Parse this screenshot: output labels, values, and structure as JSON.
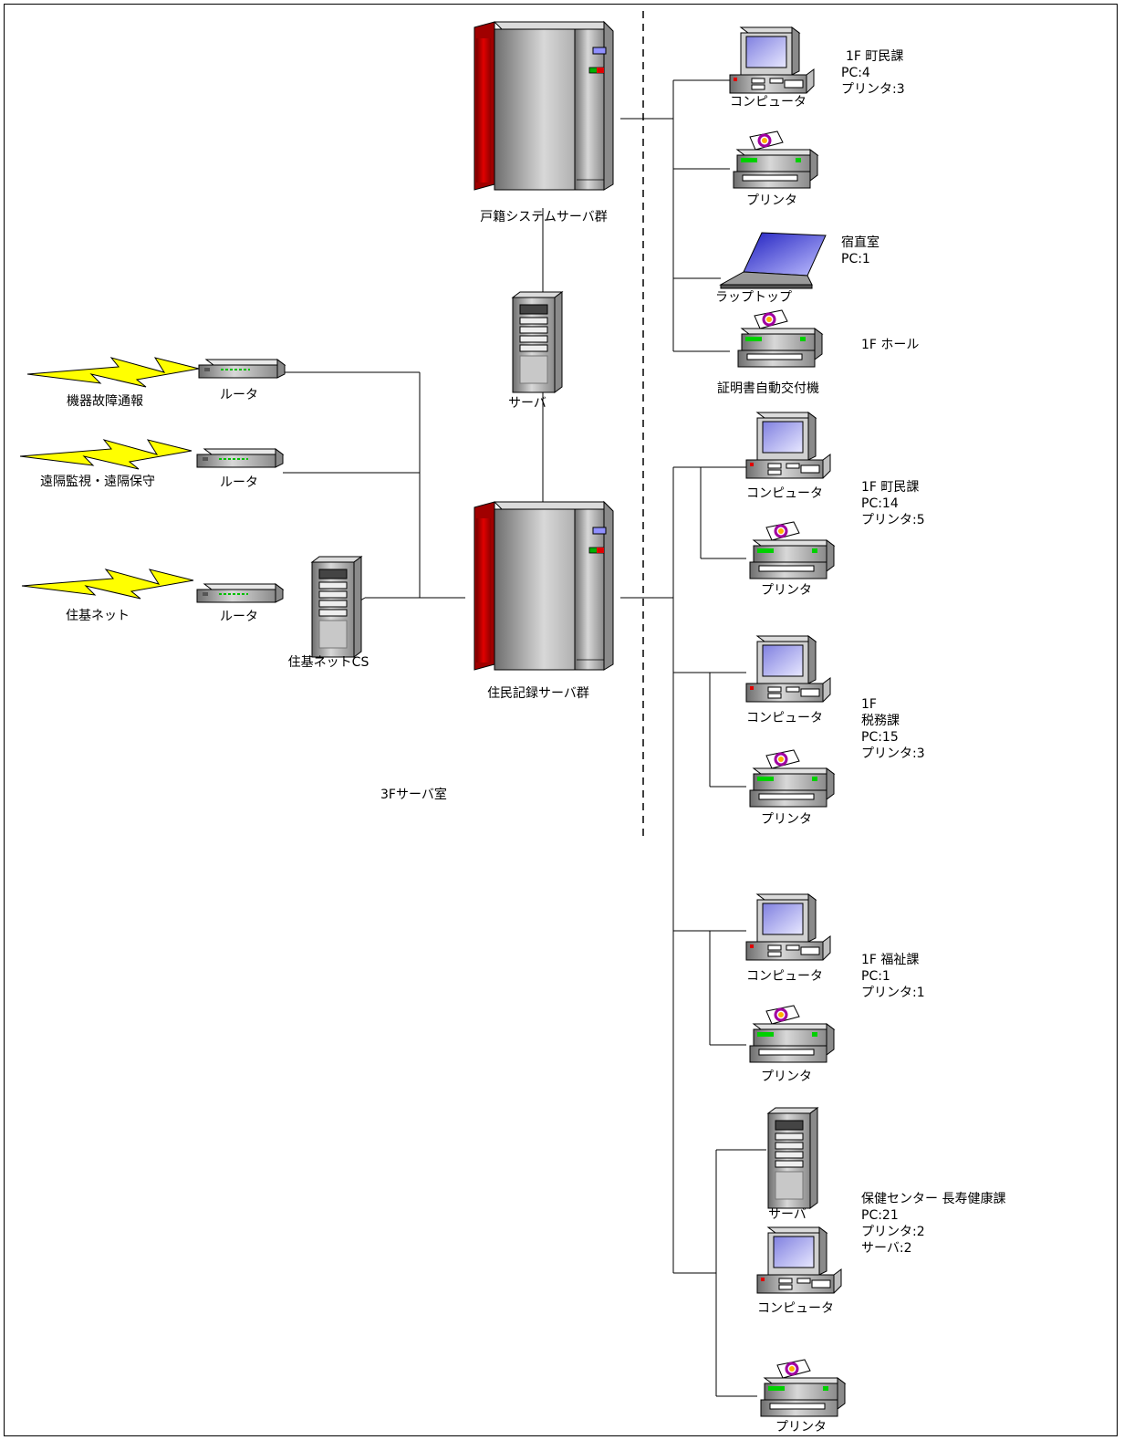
{
  "servers": {
    "koseki": "戸籍システムサーバ群",
    "jumin": "住民記録サーバ群",
    "middle": "サーバ",
    "jukicomm": "住基ネットCS"
  },
  "external": {
    "line1": "機器故障通報",
    "line2": "遠隔監視・遠隔保守",
    "line3": "住基ネット",
    "router": "ルータ"
  },
  "room": "3Fサーバ室",
  "devices": {
    "computer": "コンピュータ",
    "printer": "プリンタ",
    "laptop": "ラップトップ",
    "kiosk": "証明書自動交付機",
    "server": "サーバ"
  },
  "groups": {
    "g1": {
      "title": "1F 町民課",
      "pc": "PC:4",
      "printer": "プリンタ:3"
    },
    "g2": {
      "title": "宿直室",
      "pc": "PC:1"
    },
    "g3": {
      "title": "1F  ホール"
    },
    "g4": {
      "title": "1F 町民課",
      "pc": "PC:14",
      "printer": "プリンタ:5"
    },
    "g5": {
      "title": "1F",
      "title2": "税務課",
      "pc": "PC:15",
      "printer": "プリンタ:3"
    },
    "g6": {
      "title": "1F 福祉課",
      "pc": "PC:1",
      "printer": "プリンタ:1"
    },
    "g7": {
      "title": "保健センター 長寿健康課",
      "pc": "PC:21",
      "printer": "プリンタ:2",
      "server": "サーバ:2"
    }
  },
  "colors": {
    "bolt": "#ffff00",
    "mainframe_red": "#c00000",
    "screen": "#c8c8ff",
    "led": "#00d000"
  }
}
